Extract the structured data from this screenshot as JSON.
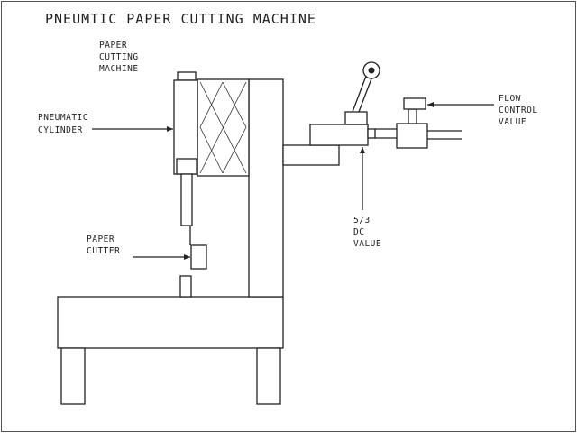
{
  "title": "PNEUMTIC PAPER CUTTING MACHINE",
  "labels": {
    "machine": [
      "PAPER",
      "CUTTING",
      "MACHINE"
    ],
    "cylinder": [
      "PNEUMATIC",
      "CYLINDER"
    ],
    "cutter": [
      "PAPER",
      "CUTTER"
    ],
    "dc_valve": [
      "5/3",
      "DC",
      "VALUE"
    ],
    "flow_valve": [
      "FLOW",
      "CONTROL",
      "VALUE"
    ]
  }
}
